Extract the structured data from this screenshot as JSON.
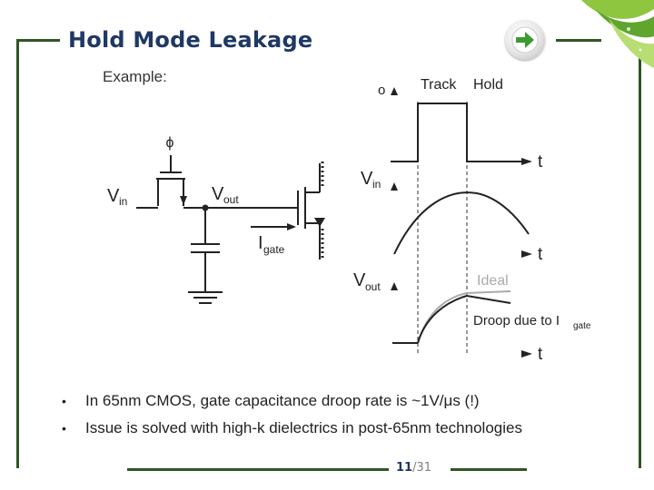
{
  "slide": {
    "title": "Hold Mode Leakage",
    "example_label": "Example:",
    "page_current": "11",
    "page_separator": "/",
    "page_total": "31"
  },
  "circuit": {
    "phi": "ϕ",
    "vin": "V",
    "vin_sub": "in",
    "vout": "V",
    "vout_sub": "out",
    "igate": "I",
    "igate_sub": "gate"
  },
  "waveform": {
    "o_label": "o",
    "track": "Track",
    "hold": "Hold",
    "t1": "t",
    "t2": "t",
    "t3": "t",
    "vin": "V",
    "vin_sub": "in",
    "vout": "V",
    "vout_sub": "out",
    "ideal": "Ideal",
    "droop": "Droop due to I",
    "droop_sub": "gate"
  },
  "bullets": [
    "In 65nm CMOS, gate capacitance droop rate is ~1V/μs (!)",
    "Issue is solved with high-k dielectrics in post-65nm technologies"
  ],
  "colors": {
    "frame": "#2f5524",
    "title": "#1f3864",
    "ideal": "#aaaaaa",
    "arrow": "#3a9b2f"
  },
  "icons": {
    "nav": "right-arrow-icon",
    "decoration": "leaf-icon"
  }
}
